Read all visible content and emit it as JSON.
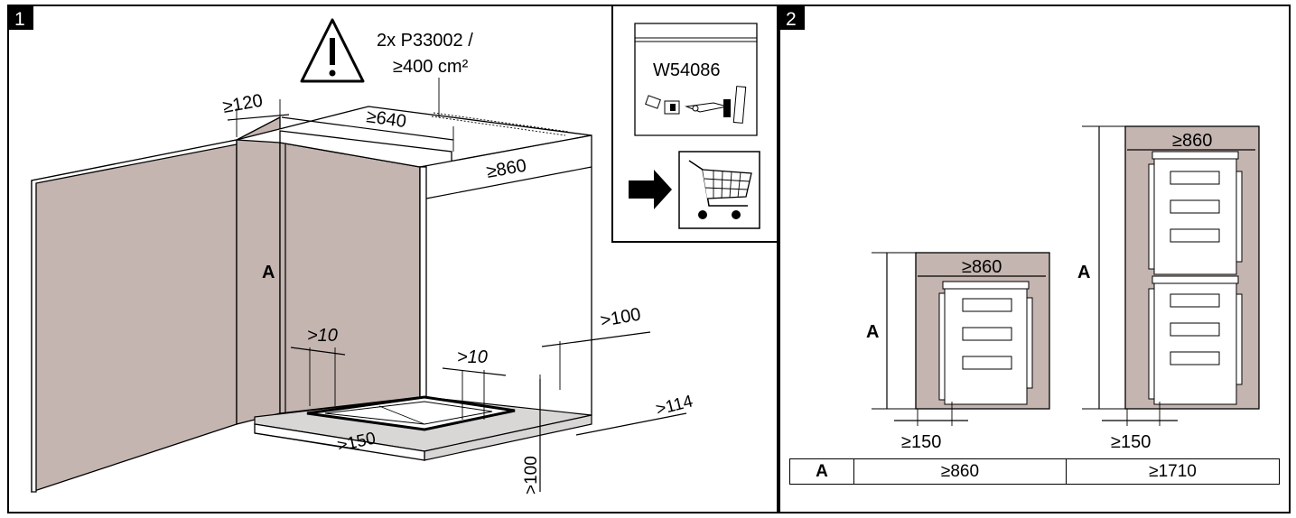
{
  "panel1": {
    "badge": "1",
    "vent_note": [
      "2x P33002 /",
      "≥400 cm²"
    ],
    "dims": {
      "top_gap": "≥120",
      "depth_top": "≥640",
      "width_top": "≥860",
      "height_label": "A",
      "gap_left": ">10",
      "gap_right": ">10",
      "side_right": ">100",
      "front_width": ">150",
      "front_height": ">100",
      "side_depth": ">114"
    },
    "accessory": {
      "code": "W54086"
    }
  },
  "panel2": {
    "badge": "2",
    "small": {
      "width": "≥860",
      "height_label": "A",
      "gap": "≥150"
    },
    "stacked": {
      "width": "≥860",
      "height_label": "A",
      "gap": "≥150"
    },
    "table": {
      "key": "A",
      "value_single": "≥860",
      "value_stacked": "≥1710"
    }
  },
  "icons": [
    "warning-icon",
    "shopping-cart-icon",
    "arrow-right-icon"
  ]
}
